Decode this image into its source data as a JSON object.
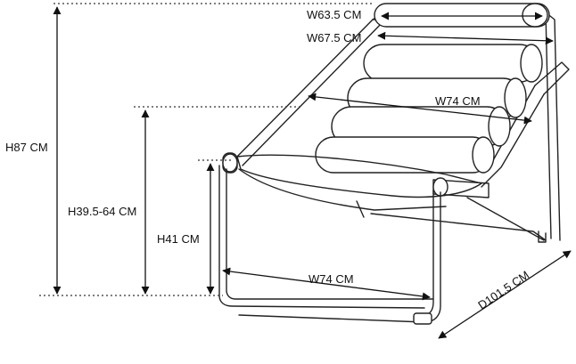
{
  "dimensions": {
    "top_width": "W63.5 CM",
    "top_width_outer": "W67.5 CM",
    "upper_width": "W74 CM",
    "bottom_width": "W74 CM",
    "total_height": "H87 CM",
    "seat_height_range": "H39.5-64 CM",
    "seat_height": "H41 CM",
    "depth": "D101.5 CM"
  }
}
